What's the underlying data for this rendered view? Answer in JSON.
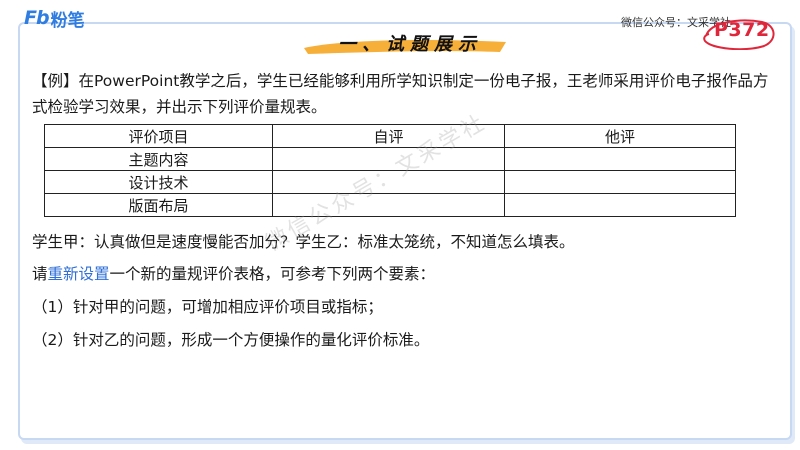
{
  "brand": {
    "logo_latin": "Fb",
    "logo_cn": "粉笔"
  },
  "header": {
    "wechat": "微信公众号：文采学社",
    "page_badge": "P372",
    "section_title": "一、试题展示"
  },
  "content": {
    "question_intro": "【例】在PowerPoint教学之后，学生已经能够利用所学知识制定一份电子报，王老师采用评价电子报作品方式检验学习效果，并出示下列评价量规表。",
    "table": {
      "headers": [
        "评价项目",
        "自评",
        "他评"
      ],
      "rows": [
        [
          "主题内容",
          "",
          ""
        ],
        [
          "设计技术",
          "",
          ""
        ],
        [
          "版面布局",
          "",
          ""
        ]
      ]
    },
    "student_feedback": "学生甲：认真做但是速度慢能否加分？学生乙：标准太笼统，不知道怎么填表。",
    "task_prefix": "请",
    "task_link": "重新设置",
    "task_suffix": "一个新的量规评价表格，可参考下列两个要素：",
    "point_1": "（1）针对甲的问题，可增加相应评价项目或指标；",
    "point_2": "（2）针对乙的问题，形成一个方便操作的量化评价标准。"
  },
  "watermark": "微信公众号：文采学社",
  "colors": {
    "accent_blue": "#2f7de1",
    "badge_red": "#e0263a",
    "title_brush": "#f5a623",
    "frame_border": "#c7d8f3"
  }
}
